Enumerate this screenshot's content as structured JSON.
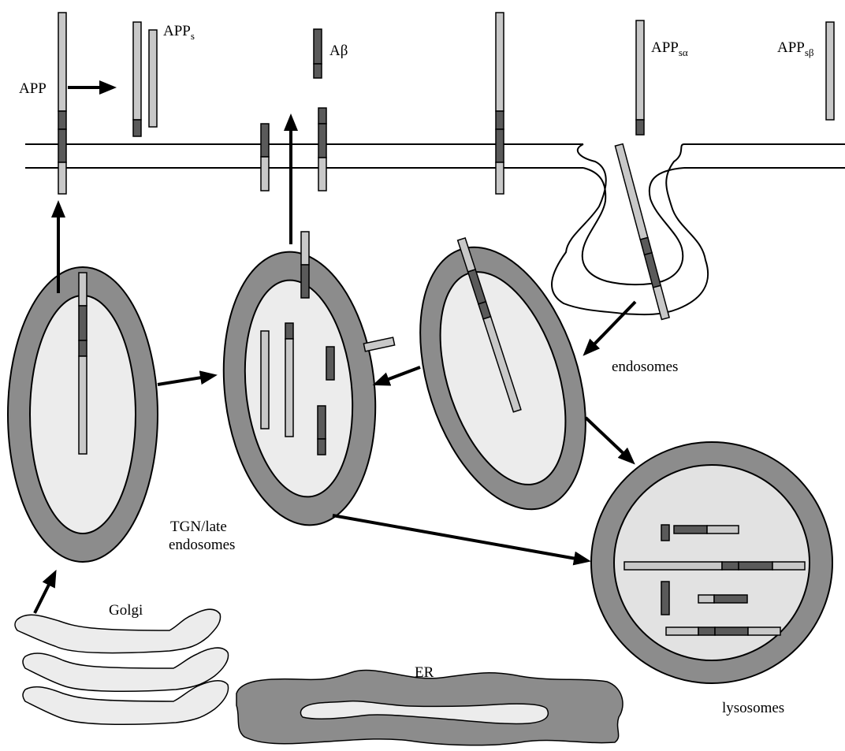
{
  "labels": {
    "app": "APP",
    "apps_main": "APP",
    "apps_sub": "s",
    "abeta": "Aβ",
    "apps_alpha_main": "APP",
    "apps_alpha_sub": "sα",
    "apps_beta_main": "APP",
    "apps_beta_sub": "sβ",
    "endosomes": "endosomes",
    "tgn_line1": "TGN/late",
    "tgn_line2": "endosomes",
    "golgi": "Golgi",
    "er": "ER",
    "lysosomes": "lysosomes"
  },
  "colors": {
    "membrane_light_segment": "#c8c8c8",
    "membrane_dark_segment": "#5a5a5a",
    "vesicle_wall": "#8c8c8c",
    "vesicle_lumen": "#ececec"
  }
}
